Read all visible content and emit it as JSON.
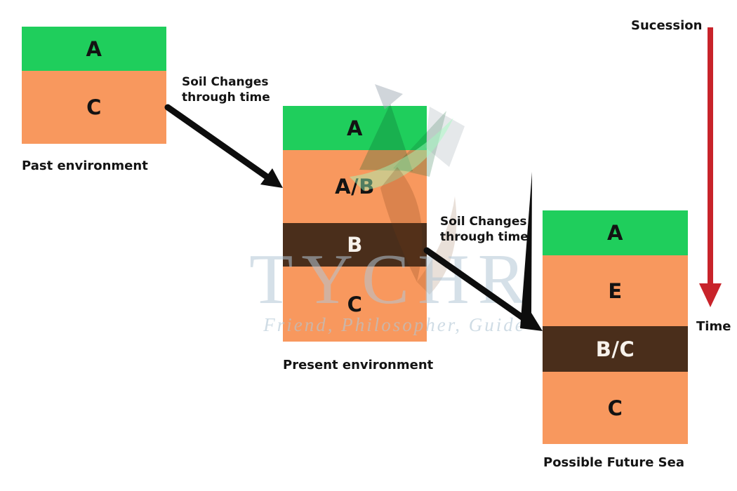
{
  "watermark": {
    "brand": "TYCHR",
    "tagline": "Friend, Philosopher, Guide"
  },
  "timeline": {
    "top_label": "Sucession",
    "bottom_label": "Time"
  },
  "arrows": [
    {
      "line1": "Soil Changes",
      "line2": "through time"
    },
    {
      "line1": "Soil Changes",
      "line2": "through time"
    }
  ],
  "profiles": [
    {
      "label": "Past environment",
      "layers": [
        {
          "code": "A",
          "color": "#1fce5c"
        },
        {
          "code": "C",
          "color": "#f8985e"
        }
      ]
    },
    {
      "label": "Present environment",
      "layers": [
        {
          "code": "A",
          "color": "#1fce5c"
        },
        {
          "code": "A/B",
          "color": "#f8985e"
        },
        {
          "code": "B",
          "color": "#4a2e1b"
        },
        {
          "code": "C",
          "color": "#f8985e"
        }
      ]
    },
    {
      "label": "Possible Future Sea",
      "layers": [
        {
          "code": "A",
          "color": "#1fce5c"
        },
        {
          "code": "E",
          "color": "#f8985e"
        },
        {
          "code": "B/C",
          "color": "#4a2e1b"
        },
        {
          "code": "C",
          "color": "#f8985e"
        }
      ]
    }
  ],
  "colors": {
    "horizon_green": "#1fce5c",
    "horizon_orange": "#f8985e",
    "horizon_brown": "#4a2e1b",
    "arrow_black": "#0d0d0d",
    "arrow_red": "#c8232a",
    "watermark_blue": "#b2c6d5"
  }
}
